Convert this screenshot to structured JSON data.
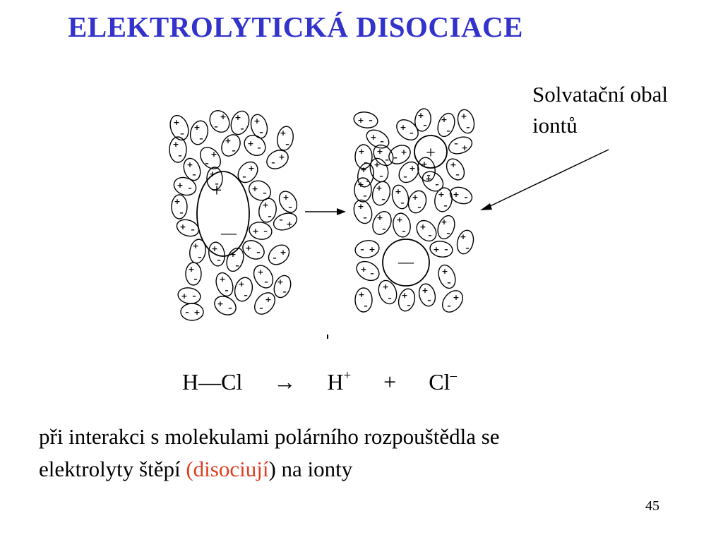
{
  "slide": {
    "title": "ELEKTROLYTICKÁ DISOCIACE",
    "callout_lines": [
      "Solvatační obal",
      "iontů"
    ],
    "equation": {
      "reactant": "H—Cl",
      "arrow": "→",
      "cation": "H",
      "cation_charge": "+",
      "plus": "+",
      "anion": "Cl",
      "anion_charge": "–"
    },
    "description": {
      "line1": "při interakci s molekulami polárního rozpouštědla  se",
      "line2_before": "elektrolyty štěpí ",
      "line2_highlight": "(disociují",
      "line2_after": ") na ionty"
    },
    "page_number": "45"
  },
  "diagram": {
    "left_panel": {
      "dipole_pos": "+",
      "dipole_neg": "—"
    },
    "right_panel": {
      "cation": "+",
      "anion": "—"
    },
    "molecule_plus": "+",
    "molecule_minus": "–"
  },
  "colors": {
    "title": "#3333cc",
    "highlight": "#e03c1e",
    "ink": "#000000"
  }
}
